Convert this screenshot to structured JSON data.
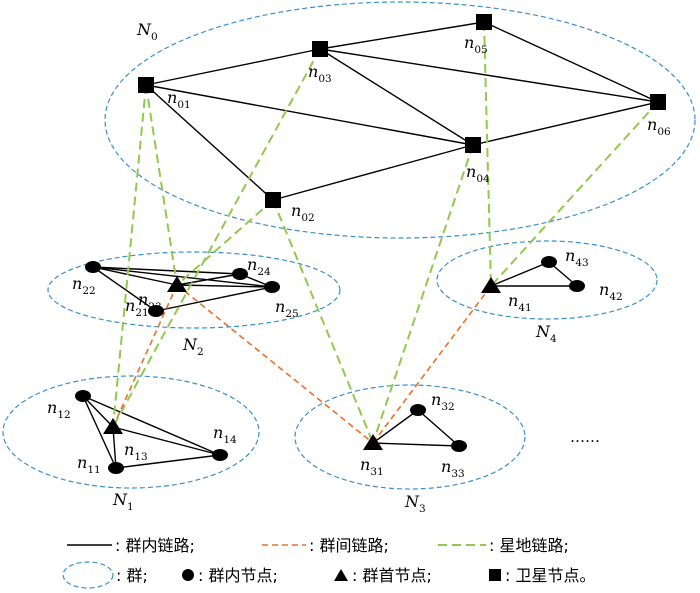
{
  "clusters": [
    {
      "id": "N0",
      "label": "N",
      "sub": "0"
    },
    {
      "id": "N1",
      "label": "N",
      "sub": "1"
    },
    {
      "id": "N2",
      "label": "N",
      "sub": "2"
    },
    {
      "id": "N3",
      "label": "N",
      "sub": "3"
    },
    {
      "id": "N4",
      "label": "N",
      "sub": "4"
    }
  ],
  "nodes": [
    {
      "id": "n01",
      "label": "n",
      "sub": "01",
      "type": "satellite"
    },
    {
      "id": "n02",
      "label": "n",
      "sub": "02",
      "type": "satellite"
    },
    {
      "id": "n03",
      "label": "n",
      "sub": "03",
      "type": "satellite"
    },
    {
      "id": "n04",
      "label": "n",
      "sub": "04",
      "type": "satellite"
    },
    {
      "id": "n05",
      "label": "n",
      "sub": "05",
      "type": "satellite"
    },
    {
      "id": "n06",
      "label": "n",
      "sub": "06",
      "type": "satellite"
    },
    {
      "id": "n11",
      "label": "n",
      "sub": "11",
      "type": "member"
    },
    {
      "id": "n12",
      "label": "n",
      "sub": "12",
      "type": "member"
    },
    {
      "id": "n13",
      "label": "n",
      "sub": "13",
      "type": "head"
    },
    {
      "id": "n14",
      "label": "n",
      "sub": "14",
      "type": "member"
    },
    {
      "id": "n21",
      "label": "n",
      "sub": "21",
      "type": "member"
    },
    {
      "id": "n22",
      "label": "n",
      "sub": "22",
      "type": "member"
    },
    {
      "id": "n23",
      "label": "n",
      "sub": "23",
      "type": "head"
    },
    {
      "id": "n24",
      "label": "n",
      "sub": "24",
      "type": "member"
    },
    {
      "id": "n25",
      "label": "n",
      "sub": "25",
      "type": "member"
    },
    {
      "id": "n31",
      "label": "n",
      "sub": "31",
      "type": "head"
    },
    {
      "id": "n32",
      "label": "n",
      "sub": "32",
      "type": "member"
    },
    {
      "id": "n33",
      "label": "n",
      "sub": "33",
      "type": "member"
    },
    {
      "id": "n41",
      "label": "n",
      "sub": "41",
      "type": "head"
    },
    {
      "id": "n42",
      "label": "n",
      "sub": "42",
      "type": "member"
    },
    {
      "id": "n43",
      "label": "n",
      "sub": "43",
      "type": "member"
    }
  ],
  "links": {
    "intra": [
      [
        "n01",
        "n03"
      ],
      [
        "n03",
        "n05"
      ],
      [
        "n05",
        "n06"
      ],
      [
        "n01",
        "n02"
      ],
      [
        "n01",
        "n04"
      ],
      [
        "n03",
        "n04"
      ],
      [
        "n03",
        "n06"
      ],
      [
        "n02",
        "n04"
      ],
      [
        "n04",
        "n06"
      ],
      [
        "n22",
        "n23"
      ],
      [
        "n22",
        "n24"
      ],
      [
        "n22",
        "n25"
      ],
      [
        "n22",
        "n21"
      ],
      [
        "n23",
        "n24"
      ],
      [
        "n23",
        "n25"
      ],
      [
        "n24",
        "n25"
      ],
      [
        "n21",
        "n25"
      ],
      [
        "n12",
        "n13"
      ],
      [
        "n12",
        "n11"
      ],
      [
        "n12",
        "n14"
      ],
      [
        "n13",
        "n14"
      ],
      [
        "n13",
        "n11"
      ],
      [
        "n11",
        "n14"
      ],
      [
        "n31",
        "n32"
      ],
      [
        "n31",
        "n33"
      ],
      [
        "n32",
        "n33"
      ],
      [
        "n41",
        "n43"
      ],
      [
        "n41",
        "n42"
      ],
      [
        "n43",
        "n42"
      ]
    ],
    "inter": [
      [
        "n23",
        "n13"
      ],
      [
        "n23",
        "n31"
      ],
      [
        "n31",
        "n41"
      ]
    ],
    "sat_ground": [
      [
        "n01",
        "n13"
      ],
      [
        "n03",
        "n13"
      ],
      [
        "n01",
        "n23"
      ],
      [
        "n02",
        "n23"
      ],
      [
        "n02",
        "n31"
      ],
      [
        "n04",
        "n31"
      ],
      [
        "n05",
        "n41"
      ],
      [
        "n06",
        "n41"
      ]
    ]
  },
  "ellipsis": "……",
  "legend": {
    "intra_label": ": 群内链路;",
    "inter_label": ": 群间链路;",
    "sat_label": ": 星地链路;",
    "cluster_label": ": 群;",
    "member_label": ": 群内节点;",
    "head_label": ": 群首节点;",
    "satellite_label": ": 卫星节点。"
  },
  "colors": {
    "intra": "#000000",
    "inter": "#E8702A",
    "sat_ground": "#92C84E",
    "cluster": "#3A8FD0",
    "node": "#000000"
  }
}
